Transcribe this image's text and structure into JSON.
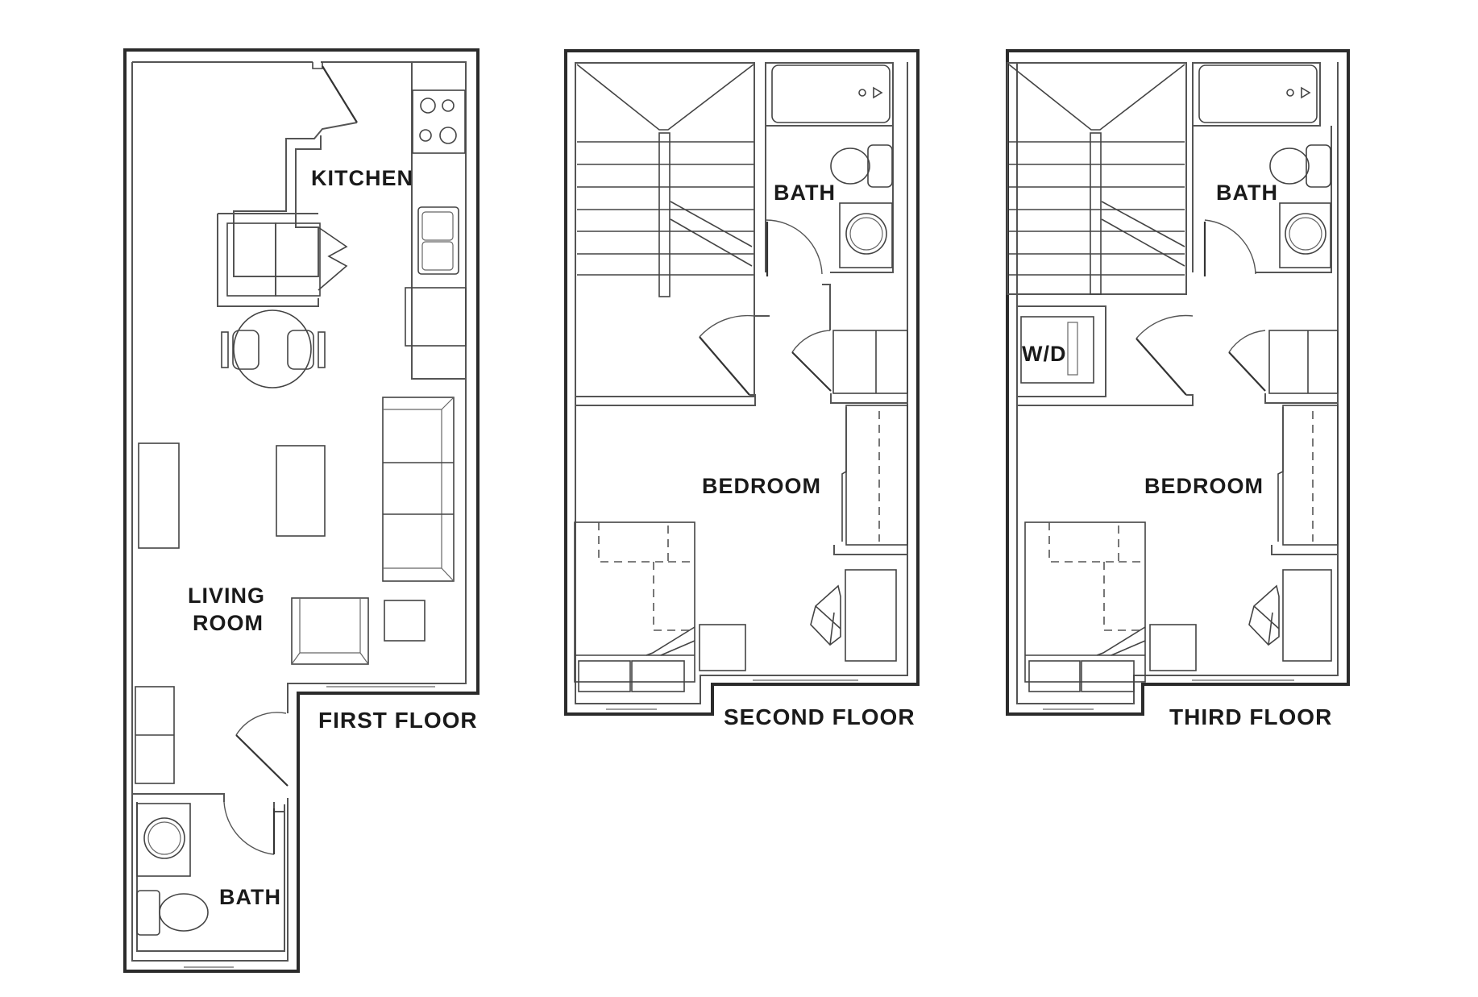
{
  "floors": [
    {
      "id": "first",
      "title": "FIRST FLOOR",
      "rooms": [
        "KITCHEN",
        "LIVING",
        "ROOM",
        "BATH"
      ]
    },
    {
      "id": "second",
      "title": "SECOND FLOOR",
      "rooms": [
        "BATH",
        "BEDROOM"
      ]
    },
    {
      "id": "third",
      "title": "THIRD FLOOR",
      "rooms": [
        "BATH",
        "W/D",
        "BEDROOM"
      ]
    }
  ],
  "colors": {
    "background": "#ffffff",
    "wall": "#2b2b2b",
    "fixture": "#444444",
    "label": "#1a1a1a"
  }
}
